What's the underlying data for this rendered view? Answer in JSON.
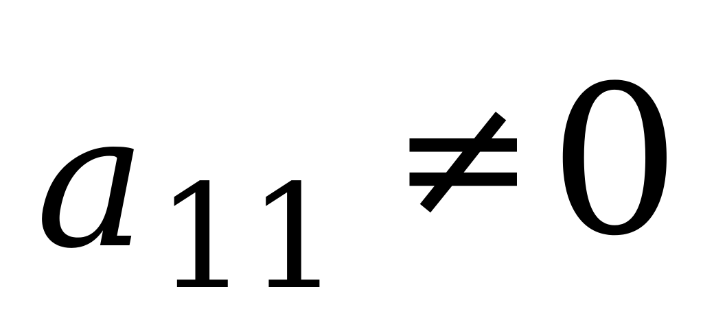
{
  "formula": {
    "variable": "a",
    "subscript": "11",
    "relation": "≠",
    "value": "0"
  }
}
